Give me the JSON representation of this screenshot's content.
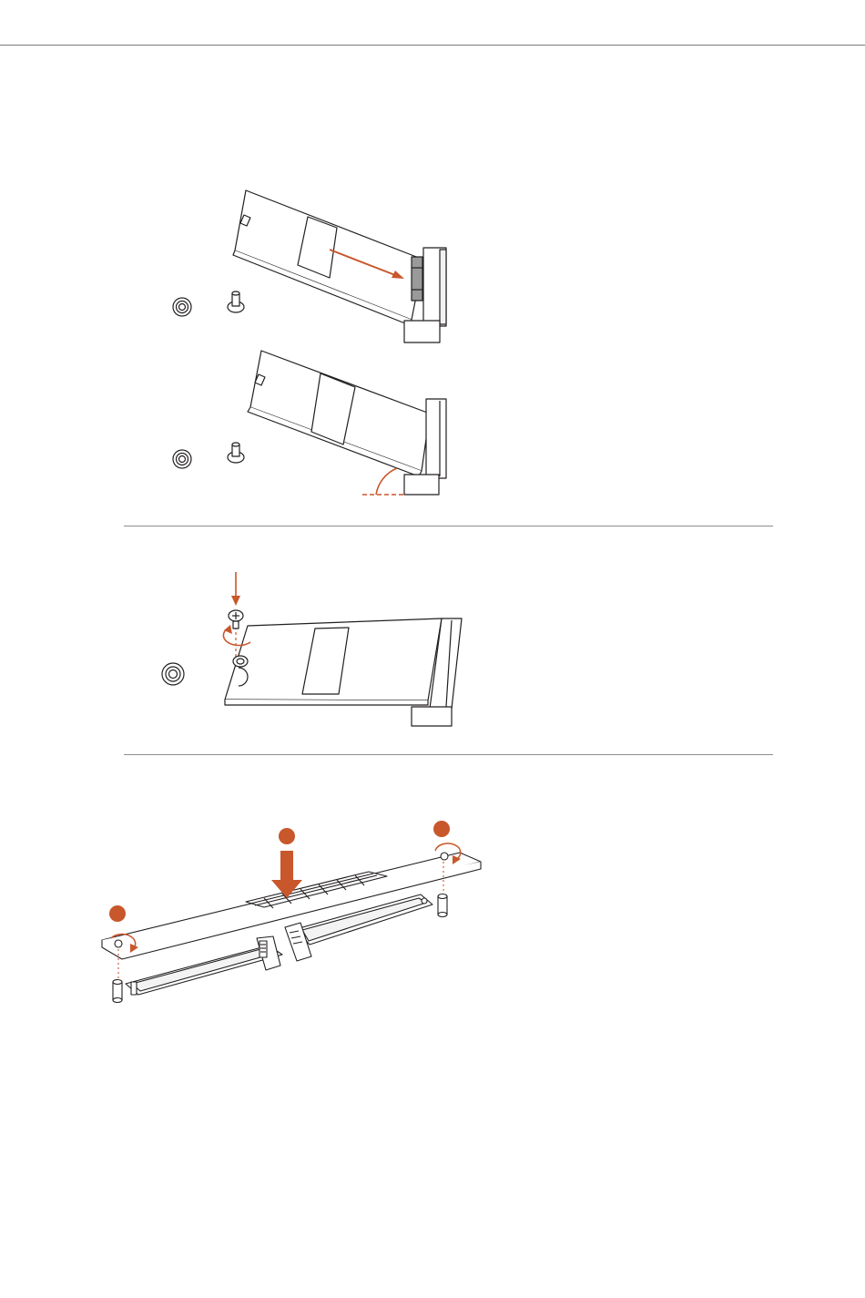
{
  "page": {
    "accent_color": "#c8572b",
    "line_color": "#231f20"
  },
  "figures": [
    {
      "id": "insert-module",
      "icons": [
        "standoff-ring-icon",
        "standoff-post-icon",
        "m2-module-icon",
        "m2-socket-icon",
        "insert-arrow-icon"
      ]
    },
    {
      "id": "module-angle",
      "icons": [
        "standoff-ring-icon",
        "standoff-post-icon",
        "m2-module-icon",
        "m2-socket-icon",
        "angle-arc-icon"
      ]
    },
    {
      "id": "screw-module",
      "icons": [
        "screw-icon",
        "down-arrow-icon",
        "rotate-arrow-icon",
        "m2-module-icon",
        "m2-socket-icon",
        "standoff-ring-icon"
      ]
    },
    {
      "id": "heatsink-install",
      "icons": [
        "heatsink-icon",
        "step-marker-icon",
        "down-arrow-icon",
        "m2-module-icon",
        "m2-socket-icon",
        "standoff-post-icon",
        "rotate-arrow-icon"
      ]
    }
  ]
}
